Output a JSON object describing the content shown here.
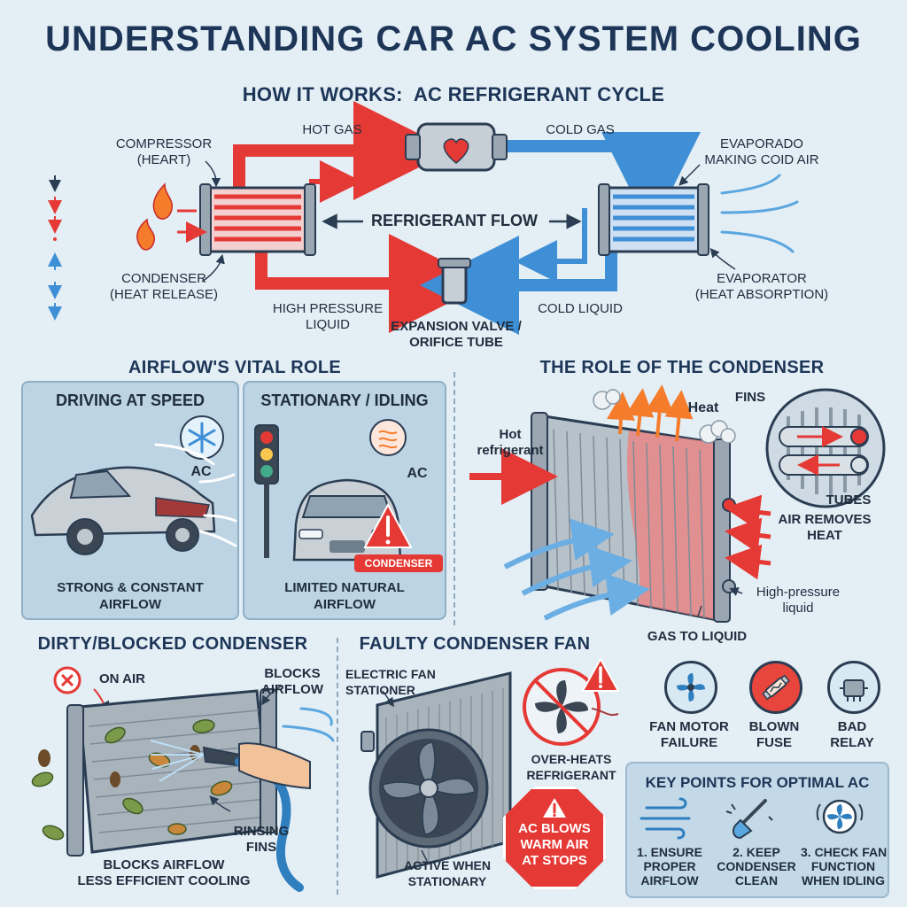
{
  "title": "UNDERSTANDING CAR AC SYSTEM COOLING",
  "cycle": {
    "heading": "HOW IT WORKS:  AC REFRIGERANT CYCLE",
    "compressor": "COMPRESSOR\n(HEART)",
    "hot_gas": "HOT GAS",
    "cold_gas": "COLD GAS",
    "evaporator_top": "EVAPORADO\nMAKING COID AIR",
    "refrigerant_flow": "REFRIGERANT FLOW",
    "condenser": "CONDENSER\n(HEAT RELEASE)",
    "evaporator_bottom": "EVAPORATOR\n(HEAT ABSORPTION)",
    "high_pressure_liquid": "HIGH PRESSURE\nLIQUID",
    "expansion_valve": "EXPANSION VALVE /\nORIFICE TUBE",
    "cold_liquid": "COLD LIQUID"
  },
  "airflow": {
    "heading": "AIRFLOW'S VITAL ROLE",
    "driving": {
      "title": "DRIVING AT SPEED",
      "ac_label": "AC",
      "caption": "STRONG & CONSTANT\nAIRFLOW"
    },
    "idling": {
      "title": "STATIONARY / IDLING",
      "ac_label": "AC",
      "tag": "CONDENSER",
      "caption": "LIMITED NATURAL\nAIRFLOW"
    }
  },
  "condenser_role": {
    "heading": "THE ROLE OF THE CONDENSER",
    "heat": "Heat",
    "fins": "FINS",
    "hot_refrigerant": "Hot\nrefrigerant",
    "tubes": "TUBES",
    "air_removes_heat": "AIR REMOVES\nHEAT",
    "high_pressure_liquid": "High-pressure\nliquid",
    "gas_to_liquid": "GAS TO LIQUID"
  },
  "dirty": {
    "heading": "DIRTY/BLOCKED CONDENSER",
    "on_air": "ON AIR",
    "blocks_airflow_top": "BLOCKS\nAIRFLOW",
    "rinsing_fins": "RINSING\nFINS",
    "bottom_caption": "BLOCKS AIRFLOW\nLESS EFFICIENT COOLING"
  },
  "faulty_fan": {
    "heading": "FAULTY CONDENSER FAN",
    "electric_fan": "ELECTRIC FAN\nSTATIONER",
    "over_heats": "OVER-HEATS\nREFRIGERANT",
    "active_when": "ACTIVE WHEN\nSTATIONARY",
    "warning": "AC BLOWS\nWARM AIR\nAT STOPS",
    "causes": [
      {
        "label": "FAN MOTOR\nFAILURE",
        "icon": "fan-icon"
      },
      {
        "label": "BLOWN\nFUSE",
        "icon": "fuse-icon"
      },
      {
        "label": "BAD\nRELAY",
        "icon": "relay-icon"
      }
    ]
  },
  "key_points": {
    "heading": "KEY POINTS FOR OPTIMAL AC",
    "items": [
      {
        "label": "1. ENSURE\nPROPER\nAIRFLOW",
        "icon": "wind-icon"
      },
      {
        "label": "2. KEEP\nCONDENSER\nCLEAN",
        "icon": "brush-icon"
      },
      {
        "label": "3. CHECK FAN\nFUNCTION\nWHEN IDLING",
        "icon": "fan-icon"
      }
    ]
  },
  "colors": {
    "hot": "#e53935",
    "cold": "#3f8fd6",
    "navy": "#1d3557",
    "panel": "#bcd4e4"
  }
}
